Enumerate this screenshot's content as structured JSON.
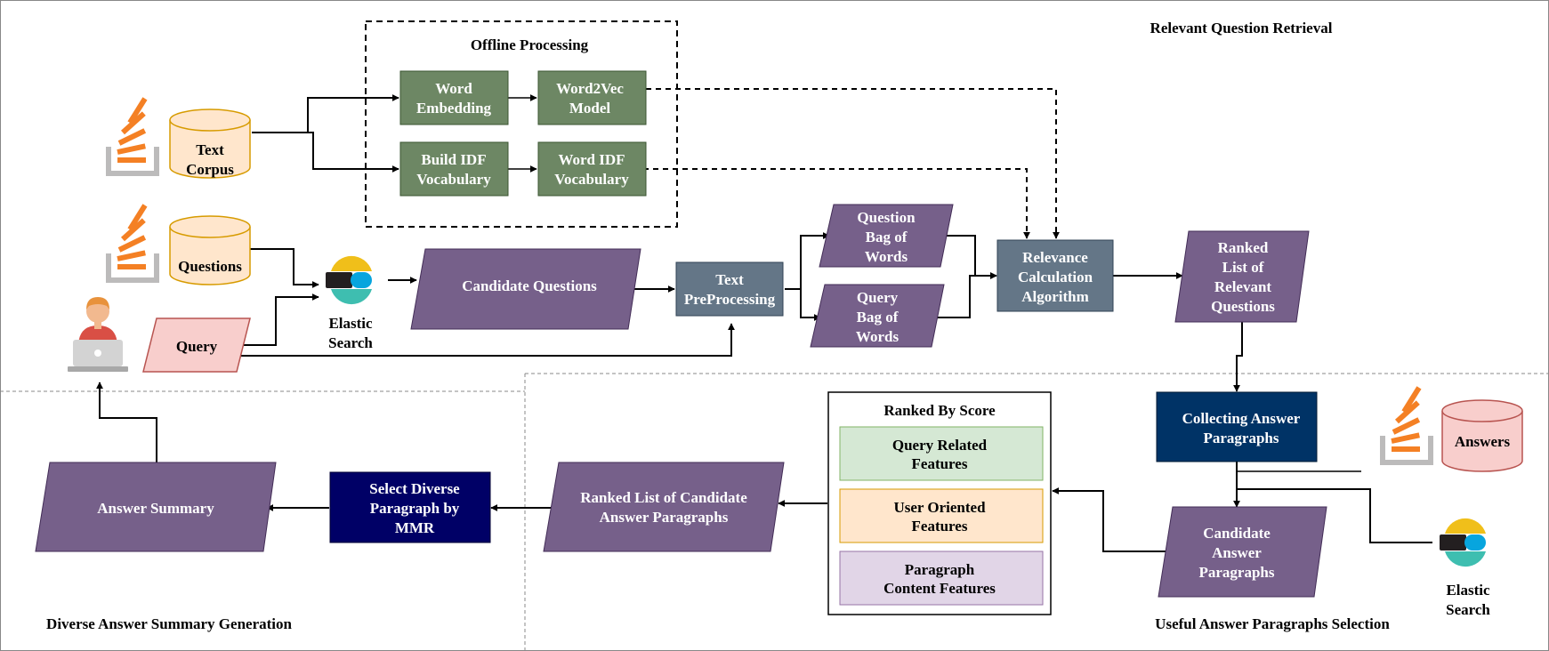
{
  "sections": {
    "retrieval": "Relevant Question Retrieval",
    "offline": "Offline Processing",
    "useful": "Useful Answer Paragraphs Selection",
    "diverse": "Diverse Answer Summary Generation"
  },
  "nodes": {
    "text_corpus": [
      "Text",
      "Corpus"
    ],
    "questions_db": [
      "Questions"
    ],
    "answers_db": [
      "Answers"
    ],
    "query": [
      "Query"
    ],
    "word_embedding": [
      "Word",
      "Embedding"
    ],
    "word2vec": [
      "Word2Vec",
      "Model"
    ],
    "build_idf": [
      "Build IDF",
      "Vocabulary"
    ],
    "word_idf": [
      "Word IDF",
      "Vocabulary"
    ],
    "es_top": [
      "Elastic",
      "Search"
    ],
    "es_bottom": [
      "Elastic",
      "Search"
    ],
    "candidate_questions": [
      "Candidate Questions"
    ],
    "text_preprocessing": [
      "Text",
      "PreProcessing"
    ],
    "question_bow": [
      "Question",
      "Bag of",
      "Words"
    ],
    "query_bow": [
      "Query",
      "Bag of",
      "Words"
    ],
    "relevance_algo": [
      "Relevance",
      "Calculation",
      "Algorithm"
    ],
    "ranked_relevant": [
      "Ranked",
      "List of",
      "Relevant",
      "Questions"
    ],
    "collecting_answers": [
      "Collecting Answer",
      "Paragraphs"
    ],
    "candidate_answers": [
      "Candidate",
      "Answer",
      "Paragraphs"
    ],
    "ranked_by_score": [
      "Ranked By Score"
    ],
    "query_features": [
      "Query Related",
      "Features"
    ],
    "user_features": [
      "User Oriented",
      "Features"
    ],
    "content_features": [
      "Paragraph",
      "Content Features"
    ],
    "ranked_candidates": [
      "Ranked List of Candidate",
      "Answer Paragraphs"
    ],
    "select_mmr": [
      "Select Diverse",
      "Paragraph by",
      "MMR"
    ],
    "answer_summary": [
      "Answer Summary"
    ]
  },
  "colors": {
    "purple": "#76608a",
    "green": "#6d8764",
    "slate": "#647687",
    "navy": "#003366",
    "dark_navy": "#000066",
    "db_fill": "#ffe6cc",
    "db_stroke": "#d79b00",
    "query_fill": "#f8cecc",
    "query_stroke": "#b85450",
    "feat_green": "#d5e8d4",
    "feat_orange": "#ffe6cc",
    "feat_purple": "#e1d5e7",
    "so_orange": "#f48024",
    "so_gray": "#bcbbbb"
  },
  "icons": {
    "stackoverflow": "stackoverflow-icon",
    "elastic": "elasticsearch-icon",
    "user": "user-laptop-icon"
  }
}
